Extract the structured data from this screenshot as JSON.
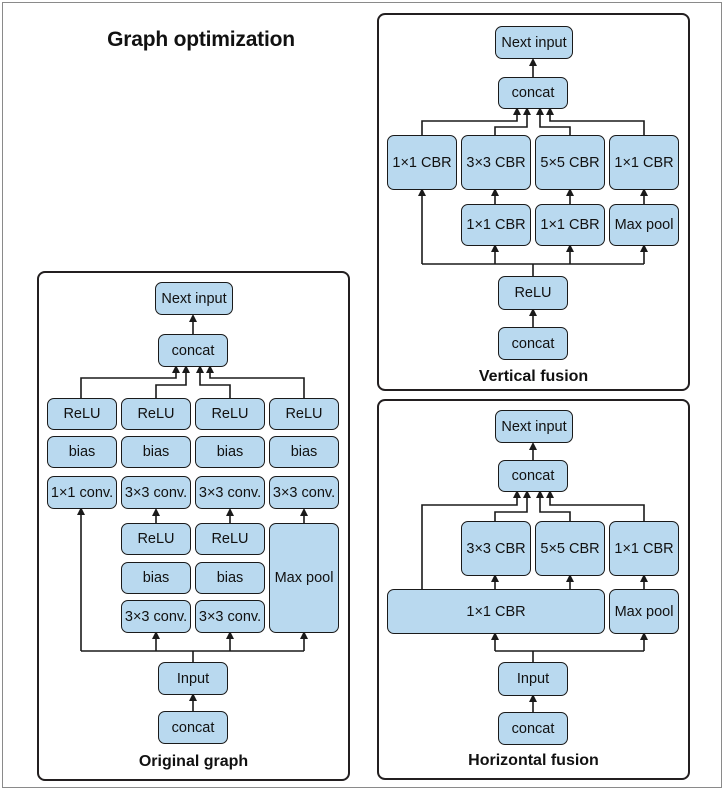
{
  "title": "Graph optimization",
  "panels": {
    "original": {
      "caption": "Original graph",
      "next_input": "Next input",
      "concat_top": "concat",
      "branch1": {
        "relu": "ReLU",
        "bias": "bias",
        "conv": "1×1 conv."
      },
      "branch2": {
        "relu": "ReLU",
        "bias": "bias",
        "conv": "3×3 conv.",
        "relu_inner": "ReLU",
        "bias_inner": "bias",
        "conv_inner": "3×3 conv."
      },
      "branch3": {
        "relu": "ReLU",
        "bias": "bias",
        "conv": "3×3 conv.",
        "relu_inner": "ReLU",
        "bias_inner": "bias",
        "conv_inner": "3×3 conv."
      },
      "branch4": {
        "relu": "ReLU",
        "bias": "bias",
        "conv": "3×3 conv.",
        "pool": "Max pool"
      },
      "input": "Input",
      "concat_bottom": "concat"
    },
    "vertical": {
      "caption": "Vertical fusion",
      "next_input": "Next input",
      "concat_top": "concat",
      "cbr_1x1": "1×1 CBR",
      "cbr_3x3": "3×3 CBR",
      "cbr_5x5": "5×5 CBR",
      "cbr_1x1_b": "1×1 CBR",
      "cbr_1x1_in1": "1×1 CBR",
      "cbr_1x1_in2": "1×1 CBR",
      "pool": "Max pool",
      "relu": "ReLU",
      "concat_bottom": "concat"
    },
    "horizontal": {
      "caption": "Horizontal fusion",
      "next_input": "Next input",
      "concat_top": "concat",
      "cbr_3x3": "3×3 CBR",
      "cbr_5x5": "5×5 CBR",
      "cbr_1x1_b": "1×1 CBR",
      "cbr_1x1_wide": "1×1 CBR",
      "pool": "Max pool",
      "input": "Input",
      "concat_bottom": "concat"
    }
  },
  "colors": {
    "node_fill": "#b9d9ef",
    "stroke": "#1a1a1a",
    "panel_border": "#231f20"
  }
}
